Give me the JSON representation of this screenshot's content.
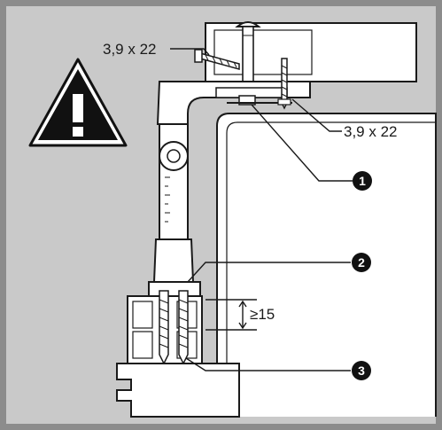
{
  "labels": {
    "screw_top_left": "3,9 x 22",
    "screw_top_right": "3,9 x 22",
    "min_distance": "≥15"
  },
  "callouts": [
    {
      "number": "1"
    },
    {
      "number": "2"
    },
    {
      "number": "3"
    }
  ],
  "colors": {
    "frame": "#8c8c8c",
    "background": "#c9c9c9",
    "outline": "#1a1a1a",
    "part_fill": "#ffffff",
    "badge": "#111111"
  },
  "icons": [
    "warning-icon"
  ]
}
